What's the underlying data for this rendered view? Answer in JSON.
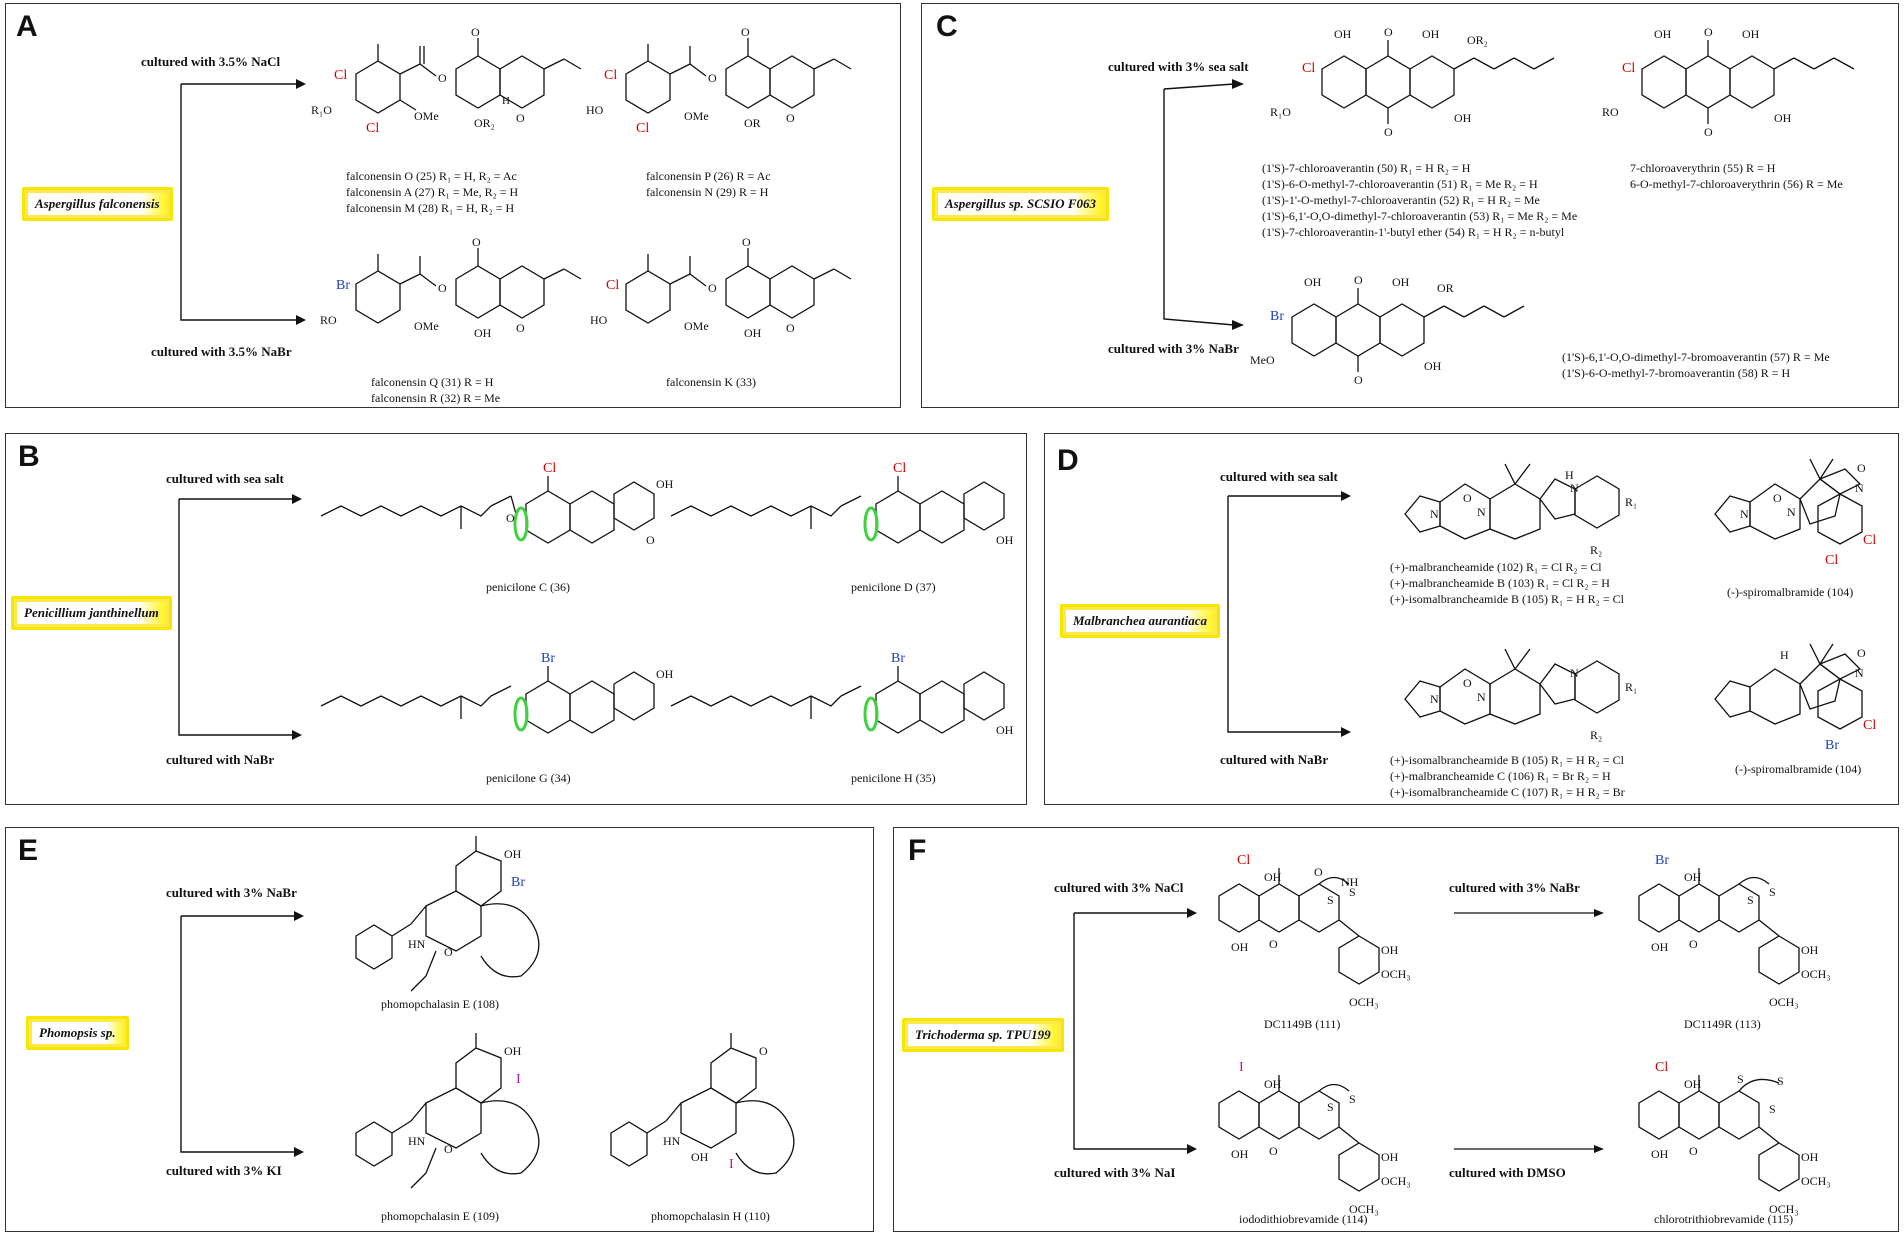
{
  "panels": [
    {
      "id": "A",
      "organism": "Aspergillus falconensis",
      "top_condition": "cultured with 3.5% NaCl",
      "bottom_condition": "cultured with 3.5% NaBr",
      "captions": [
        "falconensin O (25) R₁ = H, R₂ = Ac",
        "falconensin A (27) R₁ = Me, R₂ = H",
        "falconensin M (28) R₁ = H, R₂ = H",
        "falconensin P (26) R = Ac",
        "falconensin N (29) R = H",
        "falconensin Q (31) R = H",
        "falconensin R (32) R = Me",
        "falconensin K (33)"
      ]
    },
    {
      "id": "B",
      "organism": "Penicillium janthinellum",
      "top_condition": "cultured with sea salt",
      "bottom_condition": "cultured with NaBr",
      "captions": [
        "penicilone C (36)",
        "penicilone D (37)",
        "penicilone G (34)",
        "penicilone H (35)"
      ]
    },
    {
      "id": "C",
      "organism": "Aspergillus sp. SCSIO F063",
      "top_condition": "cultured with 3% sea salt",
      "bottom_condition": "cultured with 3% NaBr",
      "captions": [
        "(1'S)-7-chloroaverantin (50) R₁ = H  R₂ = H",
        "(1'S)-6-O-methyl-7-chloroaverantin (51) R₁ = Me  R₂ = H",
        "(1'S)-1'-O-methyl-7-chloroaverantin (52) R₁ = H  R₂ = Me",
        "(1'S)-6,1'-O,O-dimethyl-7-chloroaverantin (53) R₁ = Me  R₂ = Me",
        "(1'S)-7-chloroaverantin-1'-butyl ether (54) R₁ = H  R₂ = n-butyl",
        "7-chloroaverythrin (55) R = H",
        "6-O-methyl-7-chloroaverythrin (56) R = Me",
        "(1'S)-6,1'-O,O-dimethyl-7-bromoaverantin (57) R = Me",
        "(1'S)-6-O-methyl-7-bromoaverantin (58) R = H"
      ]
    },
    {
      "id": "D",
      "organism": "Malbranchea aurantiaca",
      "top_condition": "cultured with sea salt",
      "bottom_condition": "cultured with NaBr",
      "captions": [
        "(+)-malbrancheamide (102) R₁ = Cl  R₂ = Cl",
        "(+)-malbrancheamide B (103) R₁ = Cl  R₂ = H",
        "(+)-isomalbrancheamide B (105) R₁ = H  R₂ = Cl",
        "(-)-spiromalbramide (104)",
        "(+)-isomalbrancheamide B (105) R₁ = H  R₂ = Cl",
        "(+)-malbrancheamide C (106) R₁ = Br  R₂ = H",
        "(+)-isomalbrancheamide C (107) R₁ = H  R₂ = Br",
        "(-)-spiromalbramide (104)"
      ]
    },
    {
      "id": "E",
      "organism": "Phomopsis sp.",
      "top_condition": "cultured with 3% NaBr",
      "bottom_condition": "cultured with 3% KI",
      "captions": [
        "phomopchalasin E (108)",
        "phomopchalasin E (109)",
        "phomopchalasin H (110)"
      ]
    },
    {
      "id": "F",
      "organism": "Trichoderma sp. TPU199",
      "top_condition": "cultured with 3% NaCl",
      "bottom_condition": "cultured with 3% NaI",
      "mid_top_condition": "cultured with 3% NaBr",
      "mid_bottom_condition": "cultured with DMSO",
      "captions": [
        "DC1149B (111)",
        "DC1149R (113)",
        "iododithiobrevamide (114)",
        "chlorotrithiobrevamide (115)"
      ]
    }
  ],
  "atoms": {
    "cl": "Cl",
    "br": "Br",
    "i": "I",
    "oh": "OH",
    "ome": "OMe",
    "och3": "OCH₃",
    "o": "O",
    "h": "H",
    "n": "N",
    "s": "S",
    "nh": "NH",
    "hn": "HN",
    "ho": "HO",
    "r": "R",
    "r1o": "R₁O",
    "ro": "RO",
    "meo": "MeO",
    "or2": "OR₂",
    "or": "OR",
    "r1": "R₁",
    "r2": "R₂",
    "oac": "O",
    "tilde": ""
  },
  "colors": {
    "chlorine": "#d40000",
    "bromine": "#1f3fbf",
    "iodine": "#c0189b",
    "highlight_yellow": "#fff200",
    "highlight_green": "#3fd13f"
  }
}
